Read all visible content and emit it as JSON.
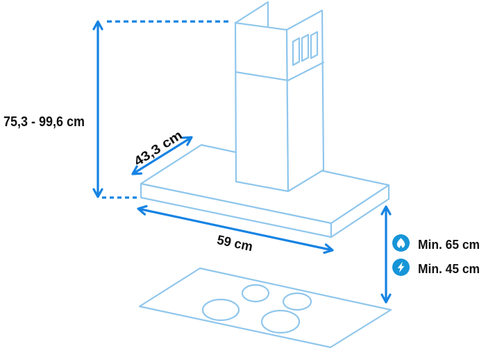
{
  "colors": {
    "dimension_blue": "#1583e3",
    "icon_blue": "#1695d8",
    "drawing_line_blue": "#8fc6ec",
    "label_text": "#111111",
    "background": "#ffffff"
  },
  "dimensions": {
    "height_range": "75,3 - 99,6 cm",
    "depth": "43,3 cm",
    "width": "59 cm"
  },
  "clearances": {
    "gas": {
      "icon": "flame-icon",
      "label": "Min. 65 cm"
    },
    "electric": {
      "icon": "bolt-icon",
      "label": "Min. 45 cm"
    }
  }
}
